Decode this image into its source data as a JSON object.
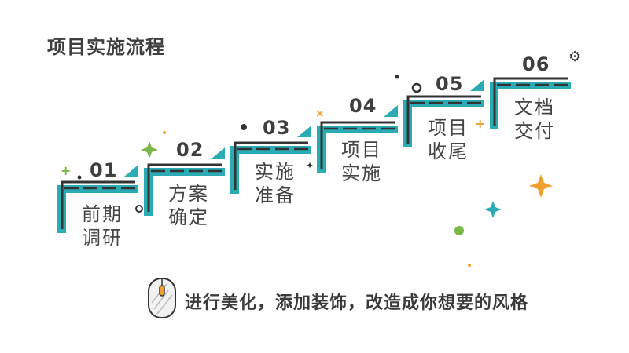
{
  "title": "项目实施流程",
  "steps": [
    {
      "num": "01",
      "line1": "前期",
      "line2": "调研"
    },
    {
      "num": "02",
      "line1": "方案",
      "line2": "确定"
    },
    {
      "num": "03",
      "line1": "实施",
      "line2": "准备"
    },
    {
      "num": "04",
      "line1": "项目",
      "line2": "实施"
    },
    {
      "num": "05",
      "line1": "项目",
      "line2": "收尾"
    },
    {
      "num": "06",
      "line1": "文档",
      "line2": "交付"
    }
  ],
  "footer": {
    "icon": "mouse-icon",
    "text": "进行美化，添加装饰，改造成你想要的风格"
  },
  "colors": {
    "teal": "#2bacb5",
    "dark": "#333333",
    "orange": "#f0a030",
    "green": "#7ab648",
    "title": "#3f3f3f"
  }
}
